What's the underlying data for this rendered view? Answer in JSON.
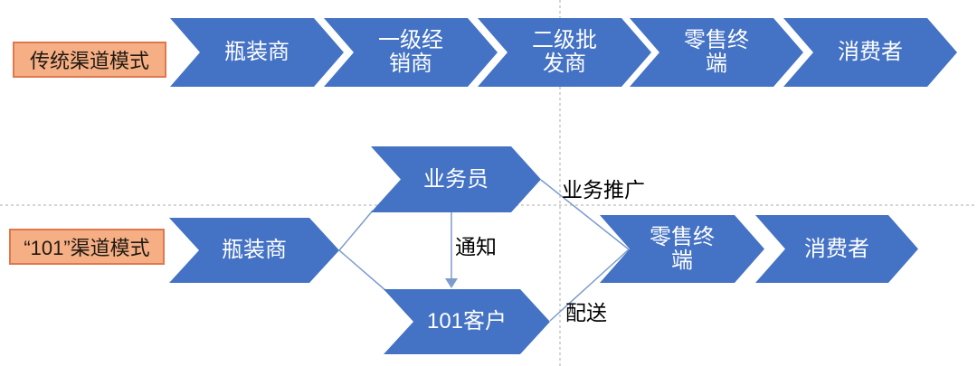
{
  "colors": {
    "chevron_blue": "#4472C4",
    "chevron_text": "#FFFFFF",
    "tag_fill": "#F6AE84",
    "tag_border": "#E0784E",
    "connector_line": "#7D9BCC",
    "guide_dash": "#ABABAB",
    "flow_label_text": "#000000"
  },
  "traditional": {
    "label": "传统渠道模式",
    "steps": [
      "瓶装商",
      "一级经\n销商",
      "二级批\n发商",
      "零售终\n端",
      "消费者"
    ]
  },
  "model101": {
    "label": "“101”渠道模式",
    "bottler": "瓶装商",
    "salesman": "业务员",
    "customer": "101客户",
    "retail": "零售终\n端",
    "consumer": "消费者"
  },
  "connectors": {
    "promotion": "业务推广",
    "notify": "通知",
    "delivery": "配送"
  }
}
